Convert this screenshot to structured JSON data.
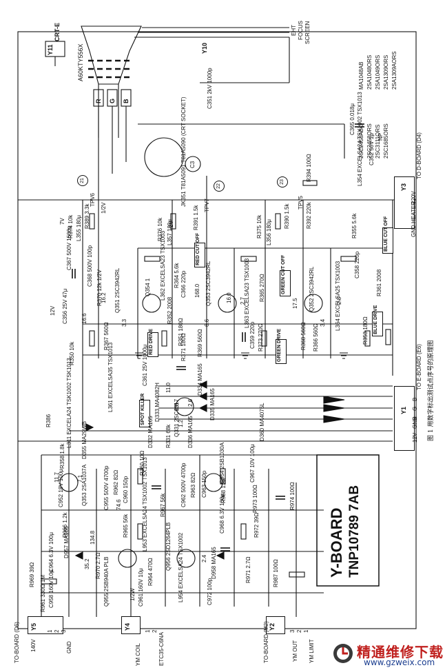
{
  "caption": "图 1 用数字标出测试点序号的原理图",
  "board": {
    "title": "Y-BOARD",
    "part": "TNP10789 7AB"
  },
  "crt": {
    "connector": "Y11",
    "ground": "CRT-E",
    "type": "A60KTY556X",
    "pins": [
      "R",
      "G",
      "B"
    ],
    "lines": [
      "EHT",
      "FOCUS",
      "SCREEN"
    ],
    "screen_conn": "Y10"
  },
  "socket": {
    "label": "JK351 T81A5091 T81A5090 (CRT SOCKET)",
    "cap": "C3"
  },
  "cap_c351": "C351 2kV 1000p",
  "caps_top": [
    "C365 0.018μ",
    "C352 50V 1μ",
    "NP"
  ],
  "transistor_table": [
    "MA1048AB",
    "2SA1048ORS",
    "2SA1049ORS",
    "2SA1309ORS",
    "2SA1309AORS",
    "2SC2458ABC",
    "2SC2458ORS",
    "2SC3111ORS",
    "2SC1685ORS"
  ],
  "coil_l354": "L354 EXCELSA24 TSX1002 TSX1013",
  "connectors": {
    "y3": {
      "label": "Y3",
      "desc": "TO D-BOARD (D4)",
      "pins": [
        "220V",
        "GND HEATER"
      ]
    },
    "y1": {
      "label": "Y1",
      "desc": "TO E-BOARD (E6)",
      "pins": [
        "12V",
        "GND",
        "R",
        "G",
        "B"
      ]
    },
    "y5": {
      "label": "Y5",
      "desc": "TO-BOARD (D6)",
      "pins": [
        "140V",
        "GND"
      ],
      "nums": [
        "1",
        "2",
        "3"
      ]
    },
    "y4": {
      "label": "Y4",
      "desc": "YM COIL",
      "pins": [
        "ETC35-C6NA"
      ],
      "nums": [
        "1",
        "2"
      ]
    },
    "y2": {
      "label": "Y2",
      "desc": "TO-BOARD (M2)",
      "pins": [
        "YM OUT",
        "YM LIMIT"
      ],
      "nums": [
        "3",
        "2",
        "1"
      ]
    }
  },
  "test_points": [
    "21",
    "22",
    "23"
  ],
  "tpv": [
    "TPV6",
    "TPV7",
    "TPV5"
  ],
  "cutoff": [
    "RED CUT OFF",
    "GREEN CUT OFF",
    "BLUE CUT OFF"
  ],
  "drive": [
    "RED DRIVE",
    "GREEN DRIVE",
    "BLUE DRIVE"
  ],
  "spot_killer": "SPOT KILLER",
  "voltages": [
    "12V",
    "2V",
    "1/2V",
    "7V",
    "16.6",
    "16.2",
    "3.3",
    "168.0",
    "16.0",
    "2.7",
    "6.6",
    "17.5",
    "3.4",
    "2.8",
    "11.0",
    "2.6",
    "1.2",
    "0.8",
    "74.6",
    "134.8",
    "35.2",
    "11.7",
    "7.1",
    "2.4"
  ],
  "labels_a": [
    "R386",
    "R374 10k",
    "R389 3.3k",
    "L355 180μ",
    "C367 500V 1500p",
    "C368 500V 100p",
    "R370 12k 1/2V",
    "C356 25V 47μ",
    "R350 10k",
    "Q351 2SC3942RL",
    "Q354 1",
    "L362 EXCELSA23 TSX1003",
    "R367 560Ω",
    "R364 5.6k",
    "R369 560Ω",
    "R365 270Ω",
    "R371 180Ω",
    "Q353 2SC3942RL",
    "L363 EXCELSA23 TSX1003",
    "C359 220p",
    "C366 220p",
    "R373 270Ω",
    "R352 2008",
    "R368 560Ω",
    "Q352 2SC3942RL",
    "L364 EXCELSA25 TSX1003",
    "R361 2008",
    "R366 560Ω",
    "R351 180Ω",
    "R376 10k",
    "L357 180μ",
    "R391 1.5k",
    "R375 10k",
    "L356 180μ",
    "R390 1.5k",
    "R394 100Ω",
    "R392 220k",
    "R355 5.6k",
    "C358 220p",
    "R353 180Ω"
  ],
  "labels_b": [
    "C361 25V 1000μ",
    "D333 MA4082H",
    "D334 MA165",
    "D335 MA165",
    "D332 MA165",
    "D336 MA165",
    "Q331 2SC1317",
    "R331 68k",
    "D360 MA4075L",
    "L361 EXCELSA35 TSX1013",
    "L311 EXCELA24 TSK1002 TSK1013",
    "D355 MA29WB",
    "R358 1.8k",
    "R360 10Ω",
    "Q353 2SA1037A",
    "C952 18V 100μ",
    "C955 500V 4700p",
    "R962 82Ω",
    "C960 150p",
    "R963 82Ω",
    "C963 150p",
    "Q954 2SB1030A",
    "C967 10V 100μ",
    "R987 100Ω",
    "R968 1.2k",
    "C962 500V 4700p",
    "R967 56k",
    "R965 56k",
    "L953 EXCELSA24 TSX1002 TSX1013",
    "Q956 2SD1264PLB",
    "D958 MA165",
    "C968 6.3V 100μ",
    "R972 39Ω",
    "R971 2.7Ω",
    "R973 100Ω",
    "R974 100Ω",
    "C972 100p",
    "L954 EXCELSA24 TSX1002",
    "R969 39Ω",
    "R961 330Ω 1M",
    "C958 160V 10μ",
    "C964 6.3V 100μ",
    "D957 MA185",
    "R966 1.2k",
    "R970 2.7Ω",
    "Q955 2SB940A PLB",
    "C961 160V 10μ",
    "R964 470Ω",
    "1/2W"
  ],
  "watermark": {
    "cn": "精通维修下载",
    "url": "www.gzweix.com"
  }
}
